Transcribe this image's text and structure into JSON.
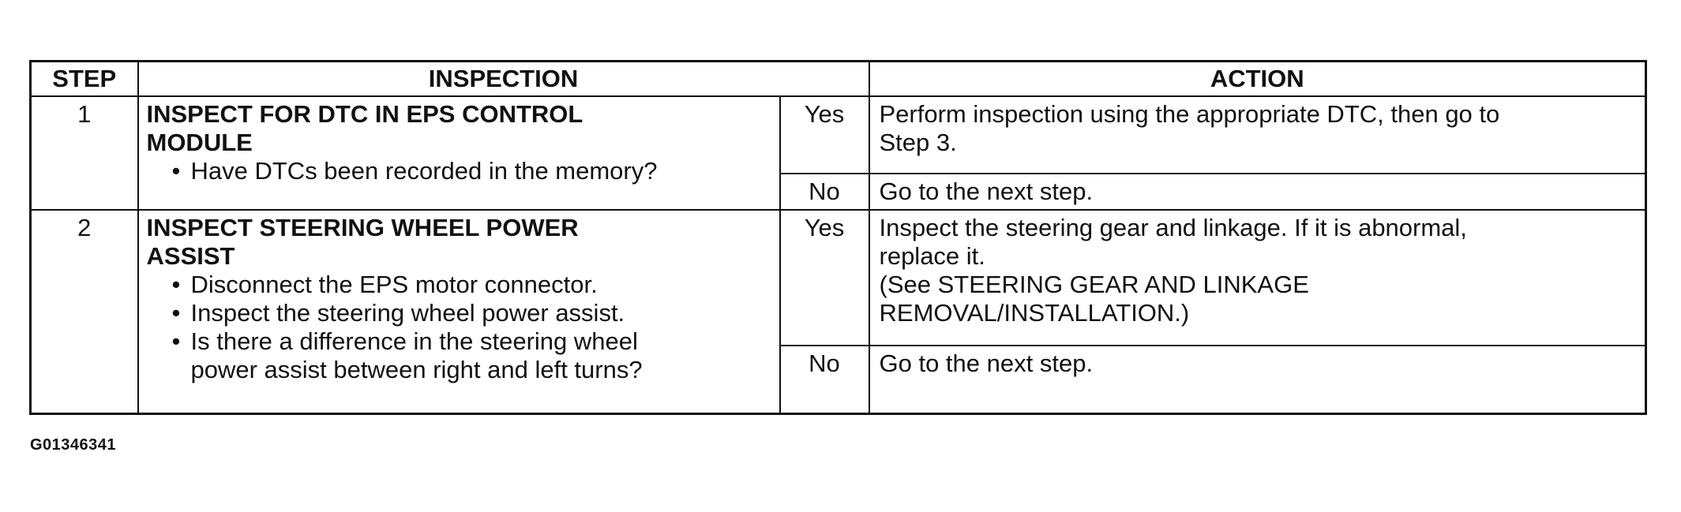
{
  "table": {
    "headers": {
      "step": "STEP",
      "inspection": "INSPECTION",
      "action": "ACTION"
    },
    "steps": [
      {
        "number": "1",
        "heading_line1": "INSPECT FOR DTC IN EPS CONTROL",
        "heading_line2": "MODULE",
        "bullets": [
          "Have DTCs been recorded in the memory?"
        ],
        "yes_label": "Yes",
        "yes_action": [
          "Perform inspection using the appropriate DTC, then go to",
          "Step 3."
        ],
        "no_label": "No",
        "no_action": [
          "Go to the next step."
        ]
      },
      {
        "number": "2",
        "heading_line1": "INSPECT STEERING WHEEL POWER",
        "heading_line2": "ASSIST",
        "bullets": [
          "Disconnect the EPS motor connector.",
          "Inspect the steering wheel power assist."
        ],
        "bullet_final_line1": "Is there a difference in the steering wheel",
        "bullet_final_line2": "power assist between right and left turns?",
        "yes_label": "Yes",
        "yes_action": [
          "Inspect the steering gear and linkage. If it is abnormal,",
          "replace it.",
          "(See STEERING GEAR AND LINKAGE",
          "REMOVAL/INSTALLATION.)"
        ],
        "no_label": "No",
        "no_action": [
          "Go to the next step."
        ]
      }
    ]
  },
  "figure_id": "G01346341"
}
